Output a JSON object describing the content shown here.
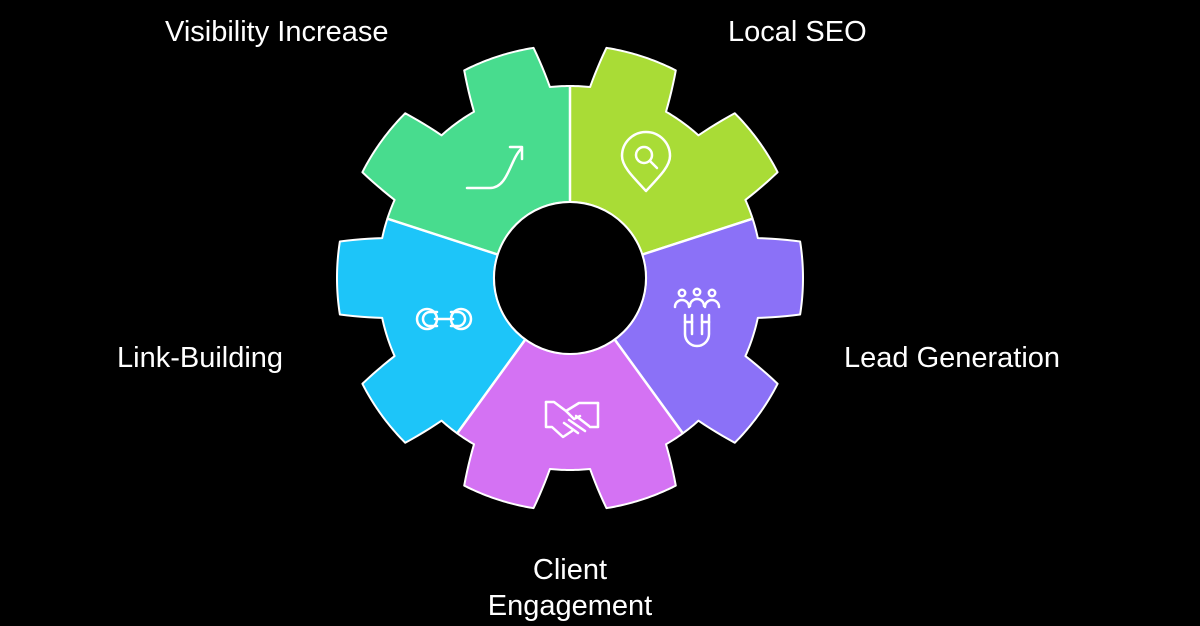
{
  "segments": [
    {
      "id": "visibility",
      "label": "Visibility Increase",
      "color": "#48DC8E",
      "icon": "trend-up-arrow-icon"
    },
    {
      "id": "local-seo",
      "label": "Local SEO",
      "color": "#A9DC36",
      "icon": "map-pin-search-icon"
    },
    {
      "id": "lead-gen",
      "label": "Lead Generation",
      "color": "#8B71F7",
      "icon": "people-magnet-icon"
    },
    {
      "id": "client",
      "label_line1": "Client",
      "label_line2": "Engagement",
      "color": "#D472F3",
      "icon": "handshake-icon"
    },
    {
      "id": "link-building",
      "label": "Link-Building",
      "color": "#1DC5F9",
      "icon": "chain-link-icon"
    }
  ],
  "colors": {
    "background": "#000000",
    "text": "#ffffff",
    "hub": "#000000",
    "separator": "#ffffff"
  }
}
